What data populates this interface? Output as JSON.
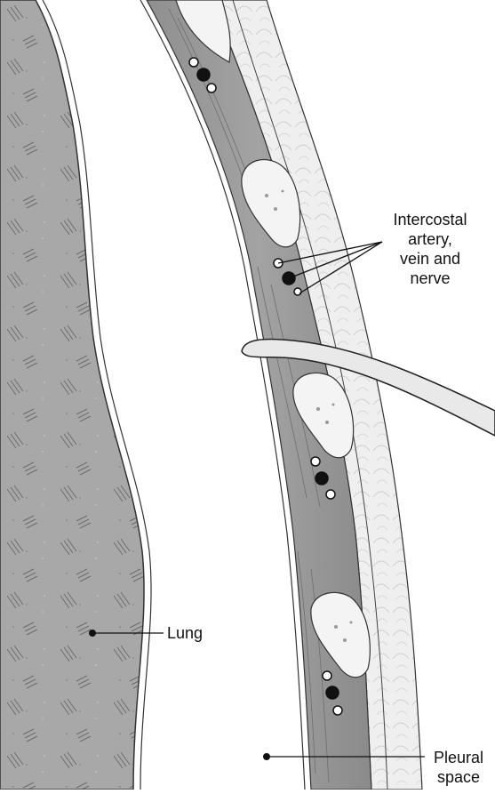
{
  "labels": {
    "vessels": [
      "Intercostal",
      "artery,",
      "vein and",
      "nerve"
    ],
    "lung": "Lung",
    "pleural": [
      "Pleural",
      "space"
    ]
  },
  "colors": {
    "lung_fill": "#a9a9a9",
    "muscle_fill": "#9b9b9b",
    "rib_fill": "#f2f2f2",
    "outer_layer": "#e6e6e6",
    "ink": "#111111"
  }
}
